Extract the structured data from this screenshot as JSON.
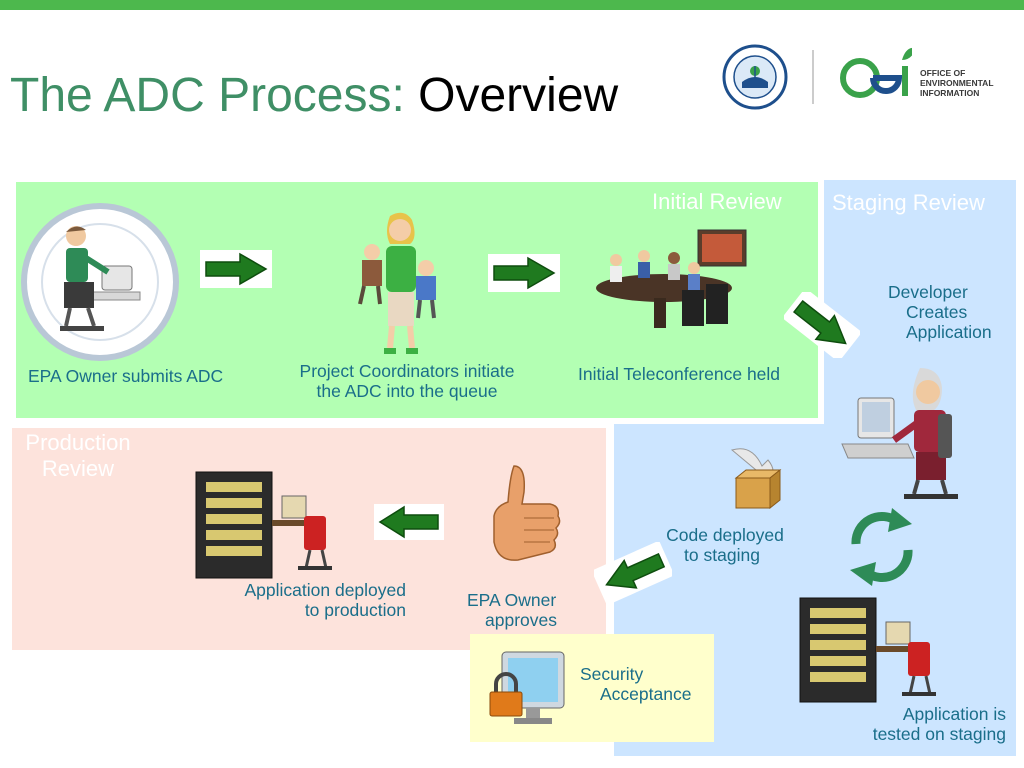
{
  "slide": {
    "title_main": "The ADC Process: ",
    "title_sub": "Overview"
  },
  "logos": {
    "epa_seal": "United States Environmental Protection Agency",
    "oei_mark": "oei",
    "oei_line1": "OFFICE OF",
    "oei_line2": "ENVIRONMENTAL",
    "oei_line3": "INFORMATION"
  },
  "zones": {
    "initial_review": "Initial Review",
    "staging_review": "Staging Review",
    "production_line1": "Production",
    "production_line2": "Review"
  },
  "steps": {
    "submit": "EPA Owner submits ADC",
    "initiate_line1": "Project Coordinators initiate",
    "initiate_line2": "the ADC into the queue",
    "teleconference": "Initial Teleconference held",
    "developer_line1": "Developer",
    "developer_line2": "Creates",
    "developer_line3": "Application",
    "code_line1": "Code deployed",
    "code_line2": "to staging",
    "tested_line1": "Application is",
    "tested_line2": "tested on staging",
    "approves_line1": "EPA Owner",
    "approves_line2": "approves",
    "deployed_line1": "Application deployed",
    "deployed_line2": "to production",
    "security_line1": "Security",
    "security_line2": "Acceptance"
  },
  "colors": {
    "accent_green": "#4db84d",
    "title_green": "#3f8f66",
    "initial_bg": "#b3ffb3",
    "staging_bg": "#cce5ff",
    "production_bg": "#fde3dc",
    "security_bg": "#ffffcc",
    "caption": "#1a6e8a"
  }
}
